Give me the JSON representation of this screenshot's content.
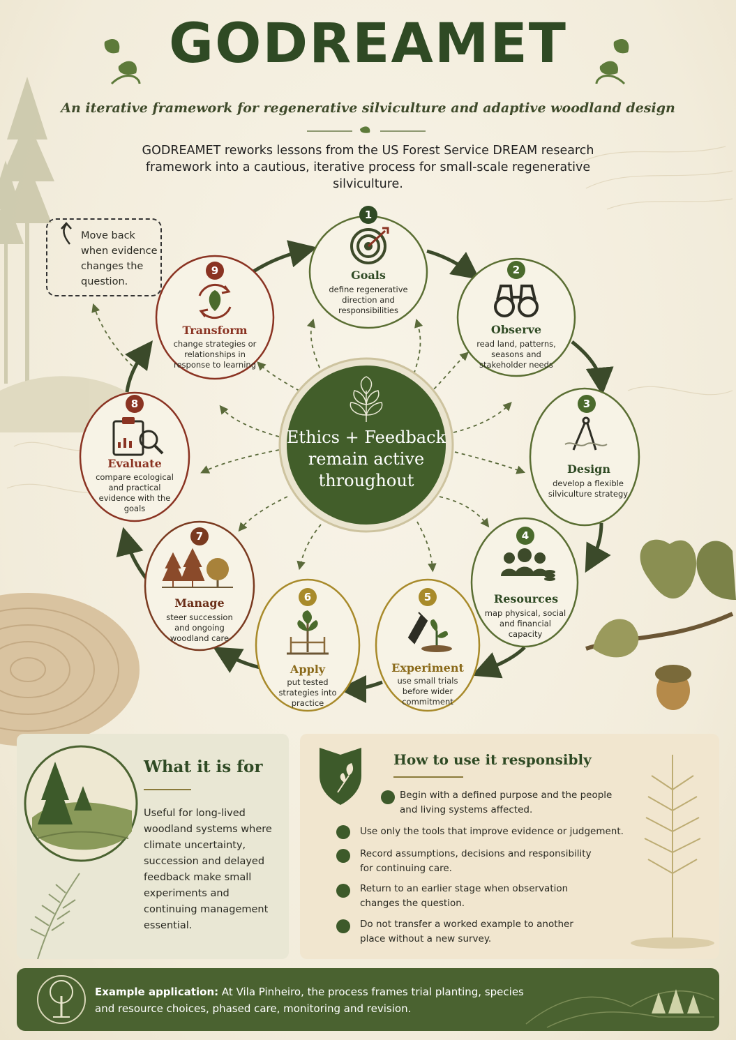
{
  "header": {
    "title": "GODREAMET",
    "subtitle": "An iterative framework for regenerative silviculture and adaptive woodland design",
    "intro": "GODREAMET reworks lessons from the US Forest Service DREAM research framework into a cautious, iterative process for small-scale regenerative silviculture."
  },
  "center": {
    "text": "Ethics + Feedback remain active throughout"
  },
  "callout": {
    "text": "Move back when evidence changes the question."
  },
  "nodes": [
    {
      "num": "1",
      "label": "Goals",
      "desc": "define regenerative direction and responsibilities",
      "icon": "target-icon",
      "color": "#4a6a2c"
    },
    {
      "num": "2",
      "label": "Observe",
      "desc": "read land, patterns, seasons and stakeholder needs",
      "icon": "binoculars-icon",
      "color": "#4a6a2c"
    },
    {
      "num": "3",
      "label": "Design",
      "desc": "develop a flexible silviculture strategy",
      "icon": "compass-icon",
      "color": "#4a6a2c"
    },
    {
      "num": "4",
      "label": "Resources",
      "desc": "map physical, social and financial capacity",
      "icon": "people-coins-icon",
      "color": "#4a6a2c"
    },
    {
      "num": "5",
      "label": "Experiment",
      "desc": "use small trials before wider commitment",
      "icon": "trowel-seedling-icon",
      "color": "#9a7a1e"
    },
    {
      "num": "6",
      "label": "Apply",
      "desc": "put tested strategies into practice",
      "icon": "planted-sapling-icon",
      "color": "#9a7a1e"
    },
    {
      "num": "7",
      "label": "Manage",
      "desc": "steer succession and ongoing woodland care",
      "icon": "trees-icon",
      "color": "#7a3a20"
    },
    {
      "num": "8",
      "label": "Evaluate",
      "desc": "compare ecological and practical evidence with the goals",
      "icon": "clipboard-magnifier-icon",
      "color": "#8a3322"
    },
    {
      "num": "9",
      "label": "Transform",
      "desc": "change strategies or relationships in response to learning",
      "icon": "cycle-leaf-icon",
      "color": "#8a3322"
    }
  ],
  "what": {
    "title": "What it is for",
    "body": "Useful for long-lived woodland systems where climate uncertainty, succession and delayed feedback make small experiments and continuing management essential."
  },
  "how": {
    "title": "How to use it responsibly",
    "items": [
      "Begin with a defined purpose and the people and living systems affected.",
      "Use only the tools that improve evidence or judgement.",
      "Record assumptions, decisions and responsibility for continuing care.",
      "Return to an earlier stage when observation changes the question.",
      "Do not transfer a worked example to another place without a new survey."
    ]
  },
  "example": {
    "label": "Example application:",
    "text": "At Vila Pinheiro, the process frames trial planting, species and resource choices, phased care, monitoring and revision."
  }
}
